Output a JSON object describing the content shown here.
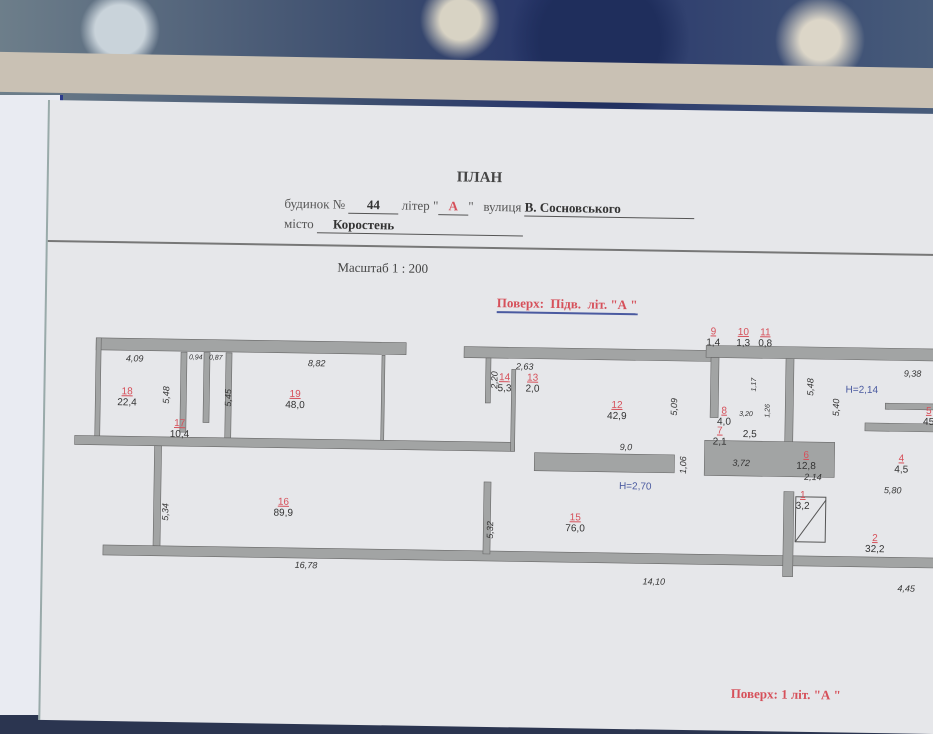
{
  "header": {
    "title": "ПЛАН",
    "house_label": "будинок №",
    "house_number": "44",
    "letter_label": "літер",
    "letter_value": "А",
    "street_label": "вулиця",
    "street_value": "В. Сосновського",
    "city_label": "місто",
    "city_value": "Коростень"
  },
  "scale": "Масштаб  1 : 200",
  "floor": {
    "label": "Поверх:",
    "level": "Підв.",
    "lit": "літ.",
    "letter": "\"А \""
  },
  "floor_bottom": "Поверх:  1  літ. \"А \"",
  "heights": [
    "H=2,70",
    "H=2,14"
  ],
  "rooms": [
    {
      "num": "18",
      "area": "22,4"
    },
    {
      "num": "17",
      "area": "10,4"
    },
    {
      "num": "19",
      "area": "48,0"
    },
    {
      "num": "14",
      "area": "5,3"
    },
    {
      "num": "13",
      "area": "2,0"
    },
    {
      "num": "12",
      "area": "42,9"
    },
    {
      "num": "16",
      "area": "89,9"
    },
    {
      "num": "15",
      "area": "76,0"
    },
    {
      "num": "9",
      "area": "1,4"
    },
    {
      "num": "10",
      "area": "1,3"
    },
    {
      "num": "11",
      "area": "0,8"
    },
    {
      "num": "8",
      "area": "4,0"
    },
    {
      "num": "7",
      "area": "2,1"
    },
    {
      "num": "",
      "area": "2,5"
    },
    {
      "num": "6",
      "area": "12,8"
    },
    {
      "num": "1",
      "area": "3,2"
    },
    {
      "num": "2",
      "area": "32,2"
    },
    {
      "num": "4",
      "area": "4,5"
    },
    {
      "num": "5",
      "area": "45"
    }
  ],
  "dimensions": [
    "4,09",
    "0,94",
    "0,87",
    "8,82",
    "5,48",
    "5,45",
    "2,63",
    "2,20",
    "5,09",
    "9,0",
    "1,06",
    "16,78",
    "5,34",
    "5,32",
    "14,10",
    "3,72",
    "2,14",
    "5,48",
    "5,40",
    "9,38",
    "5,80",
    "4,45",
    "3,20",
    "1,17",
    "1,26"
  ],
  "colors": {
    "room_number": "#d6505a",
    "wall": "#9a9c9c",
    "height": "#4a5aa0",
    "floor_title": "#d6505a"
  }
}
